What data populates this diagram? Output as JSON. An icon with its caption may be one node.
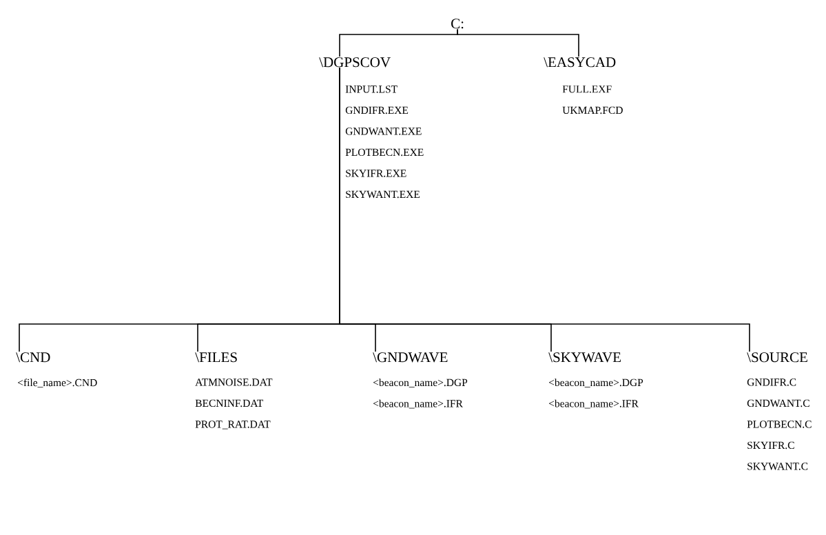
{
  "diagram": {
    "nodes": [
      {
        "text": [
          "C:"
        ]
      },
      {
        "text": [
          "\\DGPSCOV"
        ],
        "beside": [
          "INPUT.LST",
          "GNDIFR.EXE",
          "GNDWANT.EXE",
          "PLOTBECN.EXE",
          "SKYIFR.EXE",
          "SKYWANT.EXE"
        ]
      },
      {
        "text": [
          "\\EASYCAD"
        ],
        "beside": [
          "FULL.EXF",
          "UKMAP.FCD"
        ]
      },
      {
        "text": [
          "\\CND"
        ],
        "beside": [
          "<file_name>.CND"
        ]
      },
      {
        "text": [
          "\\FILES"
        ],
        "beside": [
          "ATMNOISE.DAT",
          "BECNINF.DAT",
          "PROT_RAT.DAT"
        ]
      },
      {
        "text": [
          "\\GNDWAVE"
        ],
        "beside": [
          "<beacon_name>.DGP",
          "<beacon_name>.IFR"
        ]
      },
      {
        "text": [
          "\\SKYWAVE"
        ],
        "beside": [
          "<beacon_name>.DGP",
          "<beacon_name>.IFR"
        ]
      },
      {
        "text": [
          "\\SOURCE"
        ],
        "beside": [
          "GNDIFR.C",
          "GNDWANT.C",
          "PLOTBECN.C",
          "SKYIFR.C",
          "SKYWANT.C"
        ]
      }
    ],
    "edges": [
      {
        "from": 0,
        "to": 1,
        "arrow": "none"
      },
      {
        "from": 0,
        "to": 2,
        "arrow": "none"
      },
      {
        "from": 1,
        "to": 3,
        "arrow": "none"
      },
      {
        "from": 1,
        "to": 4,
        "arrow": "none"
      },
      {
        "from": 1,
        "to": 5,
        "arrow": "none"
      },
      {
        "from": 1,
        "to": 6,
        "arrow": "none"
      },
      {
        "from": 1,
        "to": 7,
        "arrow": "none"
      }
    ]
  }
}
